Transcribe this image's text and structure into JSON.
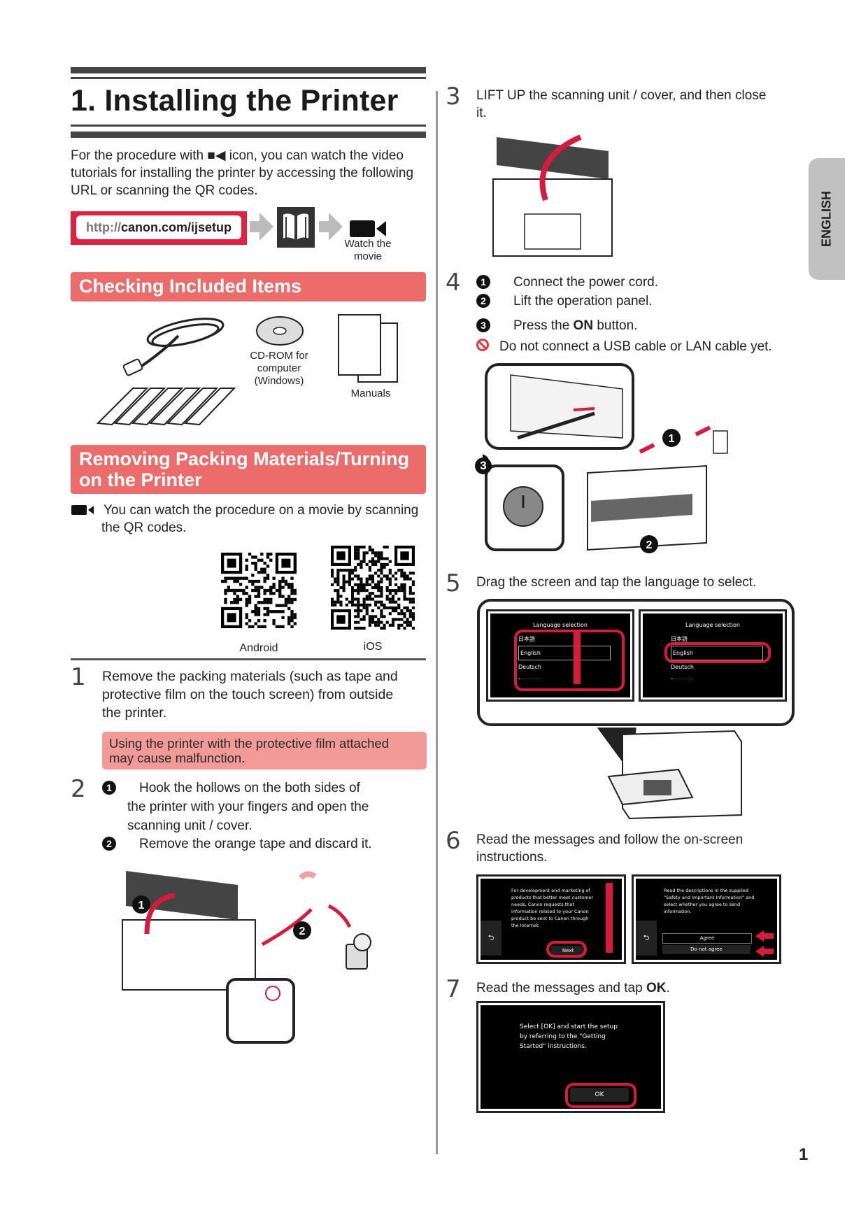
{
  "page": {
    "title": "1. Installing the Printer",
    "page_number": "1",
    "language_tab": "ENGLISH"
  },
  "intro": {
    "text": "For the procedure with ■◀ icon, you can watch the video tutorials for installing the printer by accessing the following URL or scanning the QR codes.",
    "url_prefix": "http://",
    "url_main": "canon.com/ijsetup",
    "watch_label_1": "Watch the",
    "watch_label_2": "movie",
    "icons": [
      "video-camera-icon",
      "manual-book-icon",
      "arrow-right-icon"
    ]
  },
  "checking": {
    "heading": "Checking Included Items",
    "items": [
      {
        "name": "power-cord",
        "label": ""
      },
      {
        "name": "ink-tanks",
        "label": ""
      },
      {
        "name": "cd-rom",
        "label_lines": [
          "CD-ROM for",
          "computer",
          "(Windows)"
        ]
      },
      {
        "name": "manuals",
        "label": "Manuals"
      }
    ]
  },
  "removing": {
    "heading_line1": "Removing Packing Materials/Turning",
    "heading_line2": "on the Printer",
    "video_note_line1": "You can watch the procedure on a movie by scanning",
    "video_note_line2": "the QR codes.",
    "qr": [
      {
        "label": "Android"
      },
      {
        "label": "iOS"
      }
    ]
  },
  "steps_left": [
    {
      "num": "1",
      "lines": [
        "Remove the packing materials (such as tape and",
        "protective film on the touch screen) from outside",
        "the printer."
      ],
      "warning_line1": "Using the printer with the protective film attached",
      "warning_line2": "may cause malfunction."
    },
    {
      "num": "2",
      "sub": [
        {
          "marker": "1",
          "lines": [
            "Hook the hollows on the both sides of",
            "the printer with your fingers and open the",
            "scanning unit / cover."
          ]
        },
        {
          "marker": "2",
          "lines": [
            "Remove the orange tape and discard it."
          ]
        }
      ]
    }
  ],
  "steps_right": [
    {
      "num": "3",
      "lines": [
        "LIFT UP the scanning unit / cover, and then close",
        "it."
      ]
    },
    {
      "num": "4",
      "sub": [
        {
          "marker": "1",
          "text": "Connect the power cord."
        },
        {
          "marker": "2",
          "text": "Lift the operation panel."
        },
        {
          "marker": "3",
          "text_before": "Press the ",
          "text_bold": "ON",
          "text_after": " button."
        }
      ],
      "prohibit_note": "Do not connect a USB cable or LAN cable yet."
    },
    {
      "num": "5",
      "text": "Drag the screen and tap the language to select.",
      "screens": [
        {
          "title": "Language selection",
          "items": [
            "日本語",
            "English",
            "Deutsch",
            "français"
          ]
        },
        {
          "title": "Language selection",
          "items": [
            "日本語",
            "English",
            "Deutsch",
            "français"
          ]
        }
      ]
    },
    {
      "num": "6",
      "lines": [
        "Read the messages and follow the on-screen",
        "instructions."
      ],
      "screen_a": {
        "text": "For development and marketing of products that better meet customer needs, Canon requests that information related to your Canon product be sent to Canon through the Internet.",
        "button": "Next",
        "back": "⮌"
      },
      "screen_b": {
        "text": "Read the descriptions in the supplied \"Safety and Important Information\" and select whether you agree to send information.",
        "button_agree": "Agree",
        "button_disagree": "Do not agree",
        "back": "⮌"
      }
    },
    {
      "num": "7",
      "text_before": "Read the messages and tap ",
      "text_bold": "OK",
      "text_after": ".",
      "screen": {
        "text_lines": [
          "Select [OK] and start the setup",
          "by referring to the \"Getting",
          "Started\" instructions."
        ],
        "button": "OK"
      }
    }
  ],
  "colors": {
    "banner": "#ec6b6b",
    "warning": "#f19a98",
    "accent_red": "#d81b3c",
    "rule": "#444444",
    "tab": "#c1c1c1"
  }
}
